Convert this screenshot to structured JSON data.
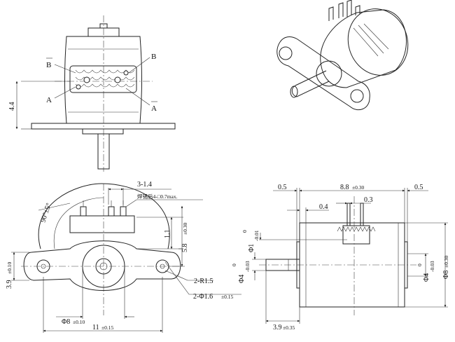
{
  "pins": {
    "a": "A",
    "a_bar": "A",
    "b": "B",
    "b_bar": "B"
  },
  "front_view": {
    "height_label": "4.4"
  },
  "side_view": {
    "terminal_pitch": "3-1.4",
    "solder_note": "焊锡后4-□0.7max.",
    "angle_label": "90°±5°",
    "dims": {
      "d1": "1.1",
      "d2": "5.8",
      "d2_tol": "±0.30",
      "d3": "3.9",
      "d3_tol": "±0.10",
      "bore": "Φ8",
      "bore_tol": "±0.10",
      "width": "11",
      "width_tol": "±0.15",
      "radius": "2-R1.5",
      "holes": "2-Φ1.6",
      "holes_tol": "±0.15"
    }
  },
  "top_view": {
    "dims": {
      "left_gap": "0.5",
      "body": "8.8",
      "body_tol": "±0.30",
      "right_gap": "0.5",
      "tab": "0.4",
      "pin_w": "0.3",
      "shaft_len": "3.9",
      "shaft_len_tol": "±0.35",
      "phi1": "Φ1",
      "phi1_tol_top": "0",
      "phi1_tol_bot": "-0.01",
      "phi4": "Φ4",
      "phi4_tol_top": "0",
      "phi4_tol_bot": "-0.03",
      "right_phi4": "Φ4",
      "right_phi4_tol_top": "0",
      "right_phi4_tol_bot": "-0.03",
      "phi8": "Φ8",
      "phi8_tol": "±0.30"
    }
  }
}
